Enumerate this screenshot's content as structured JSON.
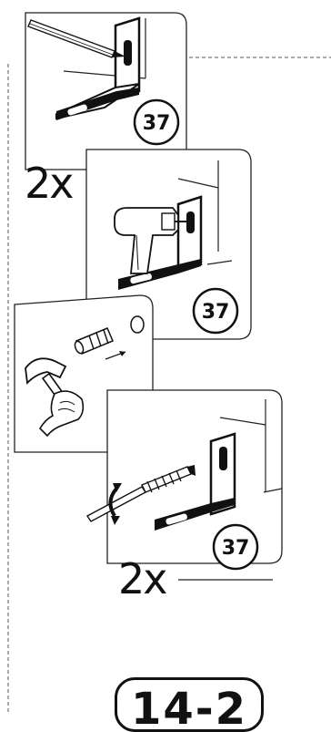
{
  "part_number": "37",
  "quantities": {
    "drill_step": "2x",
    "screw_step": "2x"
  },
  "step_number": "14-2",
  "icons": {
    "panel1": "pencil-mark-bracket-icon",
    "panel2": "drill-bracket-icon",
    "panel3": "hammer-wall-plug-icon",
    "panel4": "screwdriver-bracket-icon"
  }
}
